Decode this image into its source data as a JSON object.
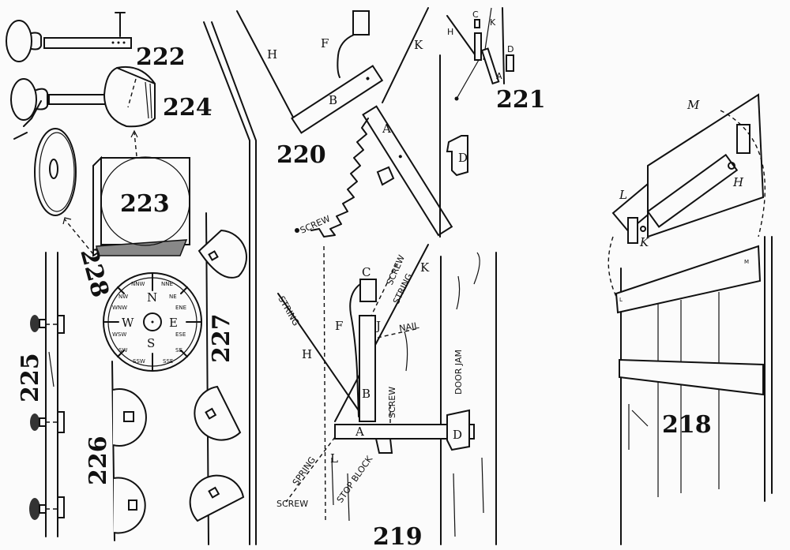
{
  "figures": {
    "f218": "218",
    "f219": "219",
    "f220": "220",
    "f221": "221",
    "f222": "222",
    "f223": "223",
    "f224": "224",
    "f225": "225",
    "f226": "226",
    "f227": "227",
    "f228": "228"
  },
  "compass": {
    "cardinal": [
      "N",
      "E",
      "S",
      "W"
    ],
    "intercardinal": [
      "NNE",
      "NE",
      "ENE",
      "ESE",
      "SE",
      "SSE",
      "SSW",
      "SW",
      "WSW",
      "WNW",
      "NW",
      "NNW"
    ]
  },
  "fig220_labels": {
    "h": "H",
    "f": "F",
    "k": "K",
    "b": "B",
    "a": "A",
    "screw": "SCREW"
  },
  "fig221_labels": {
    "h": "H",
    "c": "C",
    "k": "K",
    "d": "D",
    "a": "A",
    "d_block": "D"
  },
  "fig219_labels": {
    "c": "C",
    "screw_top": "SCREW",
    "k": "K",
    "string_left": "STRING",
    "string_right": "STRING",
    "f": "F",
    "j": "J",
    "nail": "NAIL",
    "h": "H",
    "b": "B",
    "screw_mid": "SCREW",
    "a": "A",
    "d": "D",
    "l": "L",
    "spring": "SPRING",
    "stop_block": "STOP BLOCK",
    "screw_bottom": "SCREW",
    "door_jam": "DOOR JAM"
  },
  "fig218_labels": {
    "m": "M",
    "l": "L",
    "h": "H",
    "k": "K",
    "m2": "M",
    "l2": "L"
  }
}
